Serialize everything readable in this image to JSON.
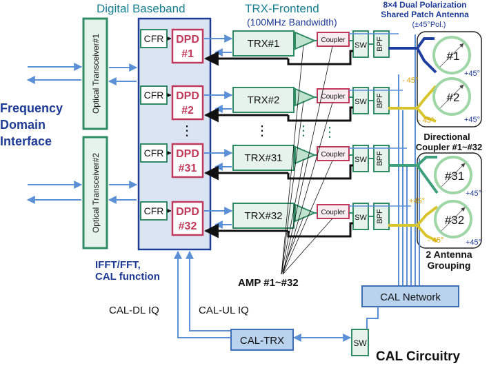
{
  "titles": {
    "digital_baseband": "Digital Baseband",
    "trx_frontend": "TRX-Frontend",
    "bandwidth": "(100MHz Bandwidth)",
    "antenna_title_1": "8×4 Dual Polarization",
    "antenna_title_2": "Shared Patch Antenna",
    "antenna_title_3": "(±45°Pol.)"
  },
  "left": {
    "freq_interface": [
      "Frequency",
      "Domain",
      "Interface"
    ],
    "optical_1": "Optical Transceiver#1",
    "optical_2": "Optical Transceiver#2"
  },
  "rows": [
    {
      "cfr": "CFR",
      "dpd": [
        "DPD",
        "#1"
      ],
      "trx": "TRX#1",
      "coupler": "Coupler",
      "sw": "SW",
      "bpf": "BPF"
    },
    {
      "cfr": "CFR",
      "dpd": [
        "DPD",
        "#2"
      ],
      "trx": "TRX#2",
      "coupler": "Coupler",
      "sw": "SW",
      "bpf": "BPF"
    },
    {
      "cfr": "CFR",
      "dpd": [
        "DPD",
        "#31"
      ],
      "trx": "TRX#31",
      "coupler": "Coupler",
      "sw": "SW",
      "bpf": "BPF"
    },
    {
      "cfr": "CFR",
      "dpd": [
        "DPD",
        "#32"
      ],
      "trx": "TRX#32",
      "coupler": "Coupler",
      "sw": "SW",
      "bpf": "BPF"
    }
  ],
  "antennas": {
    "e1": "#1",
    "e2": "#2",
    "e31": "#31",
    "e32": "#32",
    "plus45": "+45°",
    "minus45": "- 45°"
  },
  "labels": {
    "dir_coupler_1": "Directional",
    "dir_coupler_2": "Coupler #1~#32",
    "two_ant_1": "2 Antenna",
    "two_ant_2": "Grouping",
    "ifft_1": "IFFT/FFT,",
    "ifft_2": "CAL function",
    "amp": "AMP #1~#32",
    "cal_network": "CAL Network",
    "cal_dl": "CAL-DL IQ",
    "cal_ul": "CAL-UL IQ",
    "cal_trx": "CAL-TRX",
    "cal_sw": "SW",
    "cal_circuitry": "CAL Circuitry",
    "dots": "⋮"
  },
  "colors": {
    "frame_blue": "#1e3c96",
    "box_green": "#2e8b63",
    "dpd_red": "#c0385a",
    "link_blue": "#5b8fd6",
    "ant_blue": "#1e3fa0",
    "ant_yellow": "#d8c52c",
    "ant_green": "#9ed6a6",
    "title_teal": "#157f91",
    "baseband_fill": "#dbe4f2",
    "cal_fill": "#b9d3ef"
  }
}
